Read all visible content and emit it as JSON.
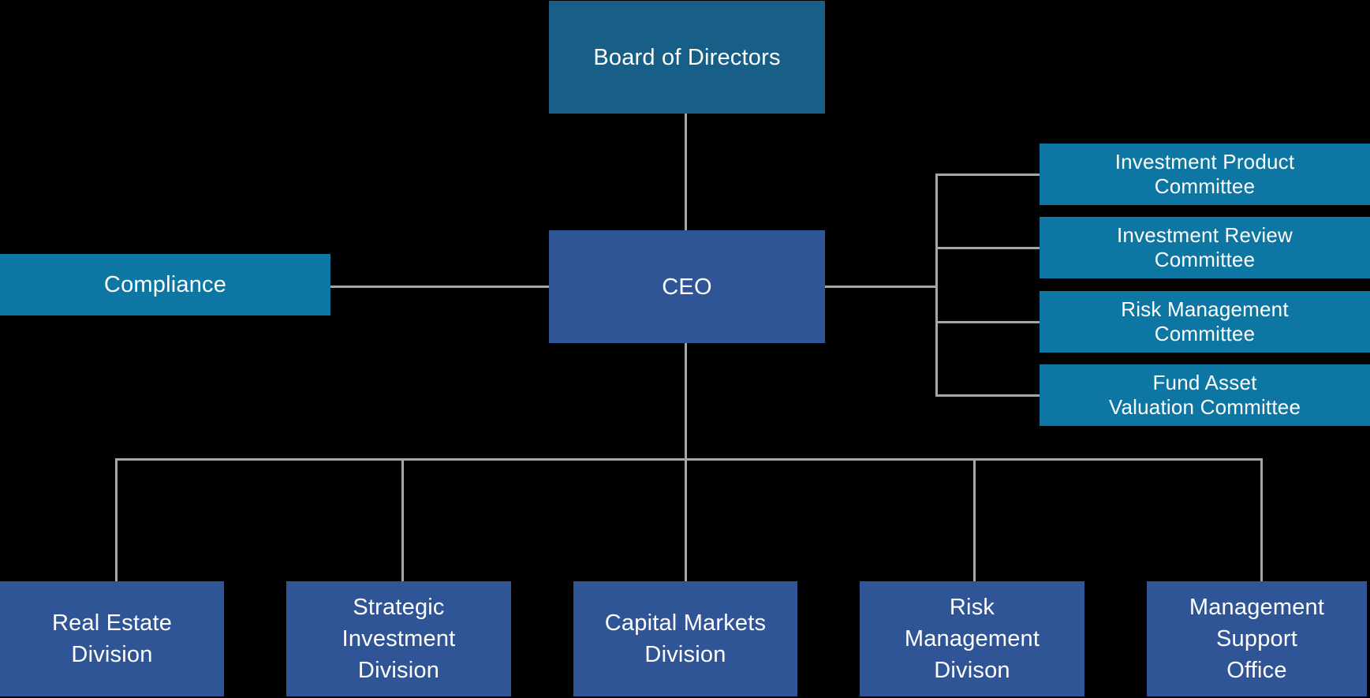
{
  "colors": {
    "background": "#000000",
    "connector": "#A6A6A6",
    "board_teal": "#175F87",
    "committee_teal": "#0E76A3",
    "primary_blue": "#2F5597",
    "text": "#FFFFFF"
  },
  "nodes": {
    "board": {
      "label": "Board of Directors"
    },
    "ceo": {
      "label": "CEO"
    },
    "compliance": {
      "label": "Compliance"
    },
    "committees": [
      {
        "label": "Investment Product\nCommittee"
      },
      {
        "label": "Investment Review\nCommittee"
      },
      {
        "label": "Risk Management\nCommittee"
      },
      {
        "label": "Fund Asset\nValuation Committee"
      }
    ],
    "divisions": [
      {
        "label": "Real Estate\nDivision"
      },
      {
        "label": "Strategic\nInvestment\nDivision"
      },
      {
        "label": "Capital Markets\nDivision"
      },
      {
        "label": "Risk\nManagement\nDivison"
      },
      {
        "label": "Management\nSupport\nOffice"
      }
    ]
  }
}
